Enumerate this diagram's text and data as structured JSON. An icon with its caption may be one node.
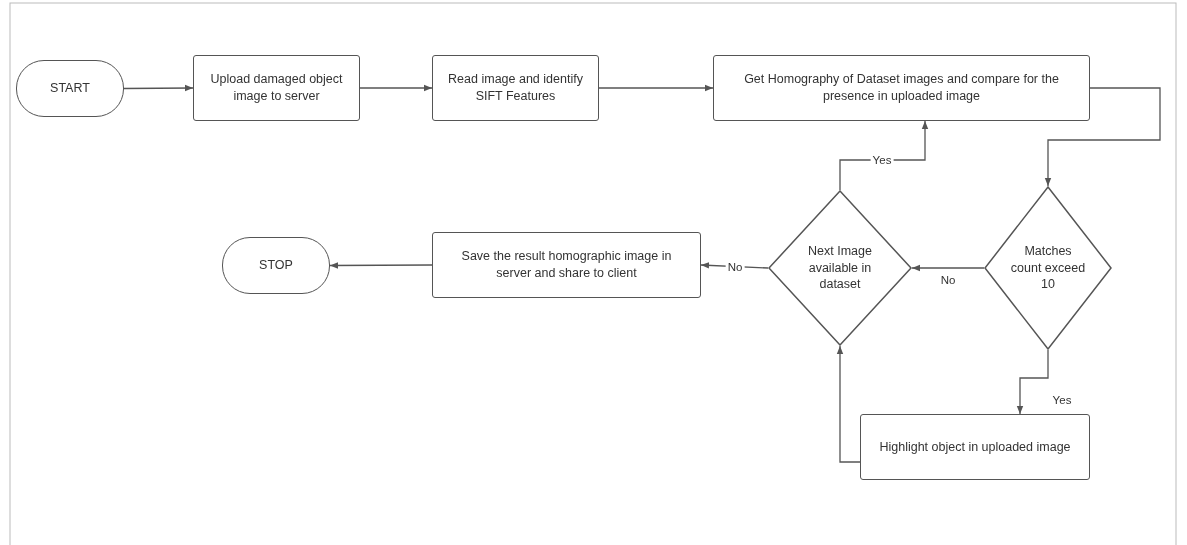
{
  "diagram": {
    "nodes": [
      {
        "text": [
          "START"
        ]
      },
      {
        "text": [
          "Upload damaged object image to server"
        ]
      },
      {
        "text": [
          "Read image and identify SIFT Features"
        ]
      },
      {
        "text": [
          "Get Homography of Dataset images and compare for the presence in uploaded image"
        ]
      },
      {
        "text": [
          "Matches count exceed 10"
        ]
      },
      {
        "text": [
          "Next Image available in dataset"
        ]
      },
      {
        "text": [
          "Save the result homographic image in server and share to client"
        ]
      },
      {
        "text": [
          "STOP"
        ]
      },
      {
        "text": [
          "Highlight object in uploaded image"
        ]
      }
    ],
    "edges": [
      {
        "from": 0,
        "to": 1,
        "arrow": "to"
      },
      {
        "from": 1,
        "to": 2,
        "arrow": "to"
      },
      {
        "from": 2,
        "to": 3,
        "arrow": "to"
      },
      {
        "from": 3,
        "to": 4,
        "arrow": "to"
      },
      {
        "from": 4,
        "to": 5,
        "arrow": "to",
        "label": "No"
      },
      {
        "from": 4,
        "to": 8,
        "arrow": "to",
        "label": "Yes"
      },
      {
        "from": 8,
        "to": 5,
        "arrow": "to"
      },
      {
        "from": 5,
        "to": 3,
        "arrow": "to",
        "label": "Yes"
      },
      {
        "from": 5,
        "to": 6,
        "arrow": "to",
        "label": "No"
      },
      {
        "from": 6,
        "to": 7,
        "arrow": "to"
      }
    ]
  }
}
